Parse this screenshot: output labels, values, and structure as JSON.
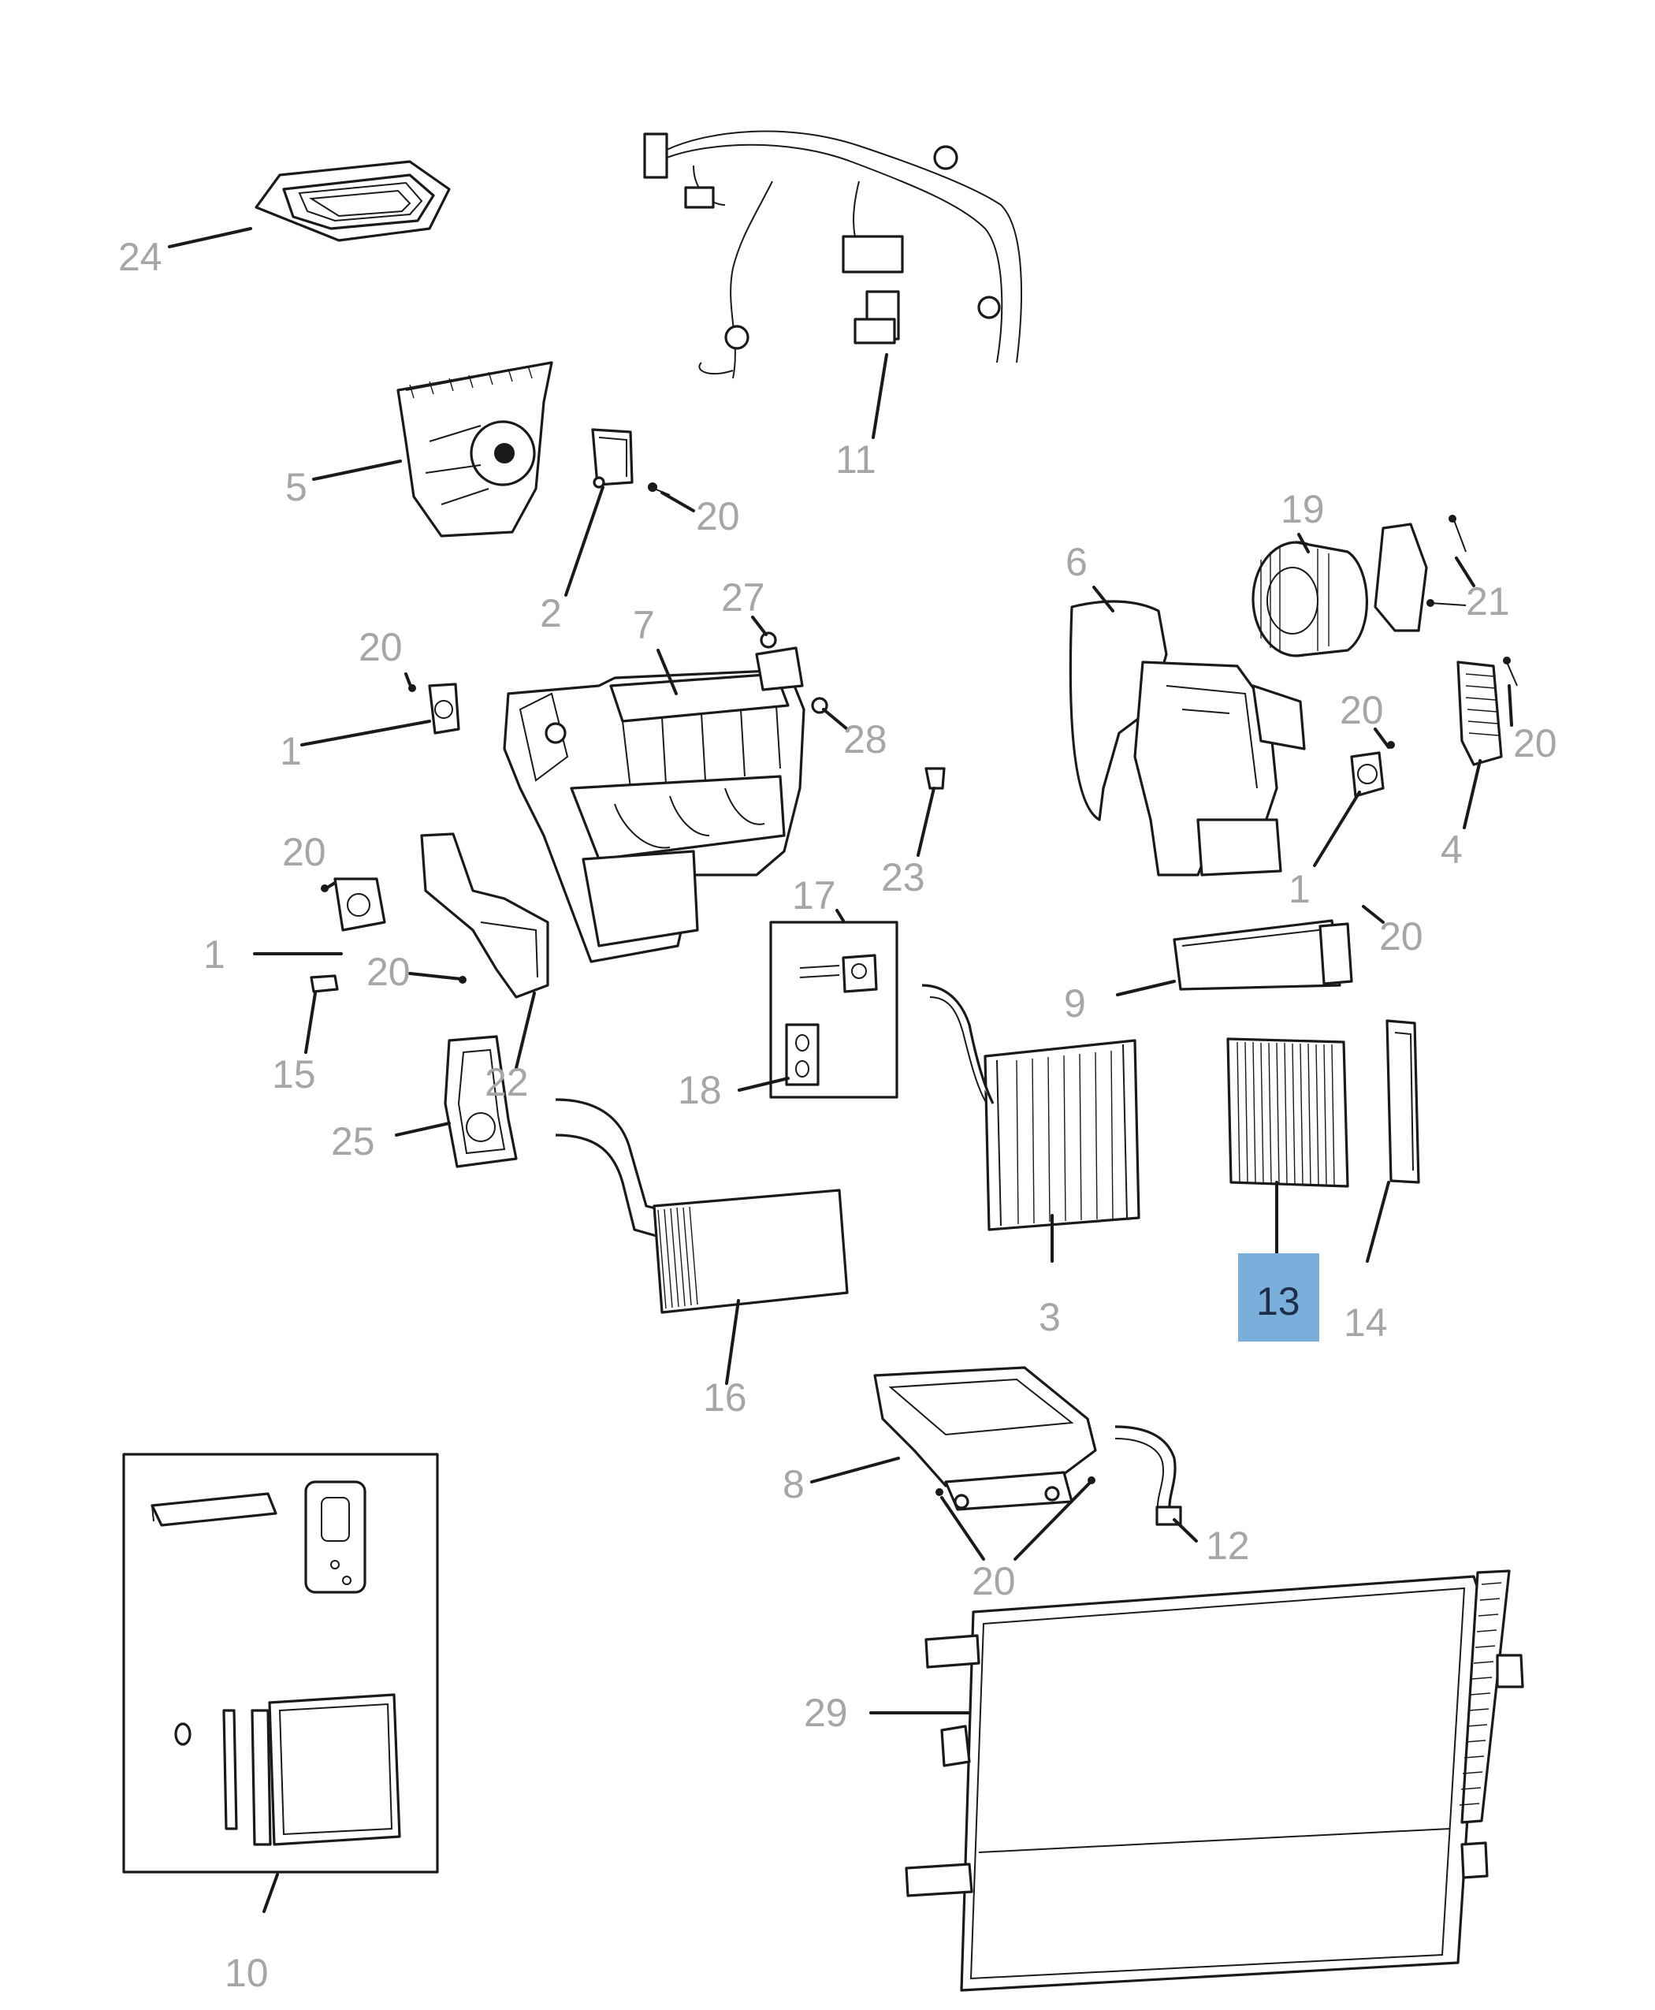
{
  "highlight_color": "#7aaedb",
  "callouts": [
    {
      "id": "c24",
      "label": "24"
    },
    {
      "id": "c11",
      "label": "11"
    },
    {
      "id": "c5",
      "label": "5"
    },
    {
      "id": "c20a",
      "label": "20"
    },
    {
      "id": "c2",
      "label": "2"
    },
    {
      "id": "c19",
      "label": "19"
    },
    {
      "id": "c6",
      "label": "6"
    },
    {
      "id": "c21",
      "label": "21"
    },
    {
      "id": "c27",
      "label": "27"
    },
    {
      "id": "c7",
      "label": "7"
    },
    {
      "id": "c20b",
      "label": "20"
    },
    {
      "id": "c1a",
      "label": "1"
    },
    {
      "id": "c28",
      "label": "28"
    },
    {
      "id": "c20c",
      "label": "20"
    },
    {
      "id": "c20d",
      "label": "20"
    },
    {
      "id": "c4",
      "label": "4"
    },
    {
      "id": "c23",
      "label": "23"
    },
    {
      "id": "c1b",
      "label": "1"
    },
    {
      "id": "c20e",
      "label": "20"
    },
    {
      "id": "c17",
      "label": "17"
    },
    {
      "id": "c1c",
      "label": "1"
    },
    {
      "id": "c20f",
      "label": "20"
    },
    {
      "id": "c20g",
      "label": "20"
    },
    {
      "id": "c9",
      "label": "9"
    },
    {
      "id": "c15",
      "label": "15"
    },
    {
      "id": "c22",
      "label": "22"
    },
    {
      "id": "c18",
      "label": "18"
    },
    {
      "id": "c25",
      "label": "25"
    },
    {
      "id": "c3",
      "label": "3"
    },
    {
      "id": "c13",
      "label": "13"
    },
    {
      "id": "c14",
      "label": "14"
    },
    {
      "id": "c16",
      "label": "16"
    },
    {
      "id": "c8",
      "label": "8"
    },
    {
      "id": "c12",
      "label": "12"
    },
    {
      "id": "c20h",
      "label": "20"
    },
    {
      "id": "c29",
      "label": "29"
    },
    {
      "id": "c10",
      "label": "10"
    }
  ]
}
